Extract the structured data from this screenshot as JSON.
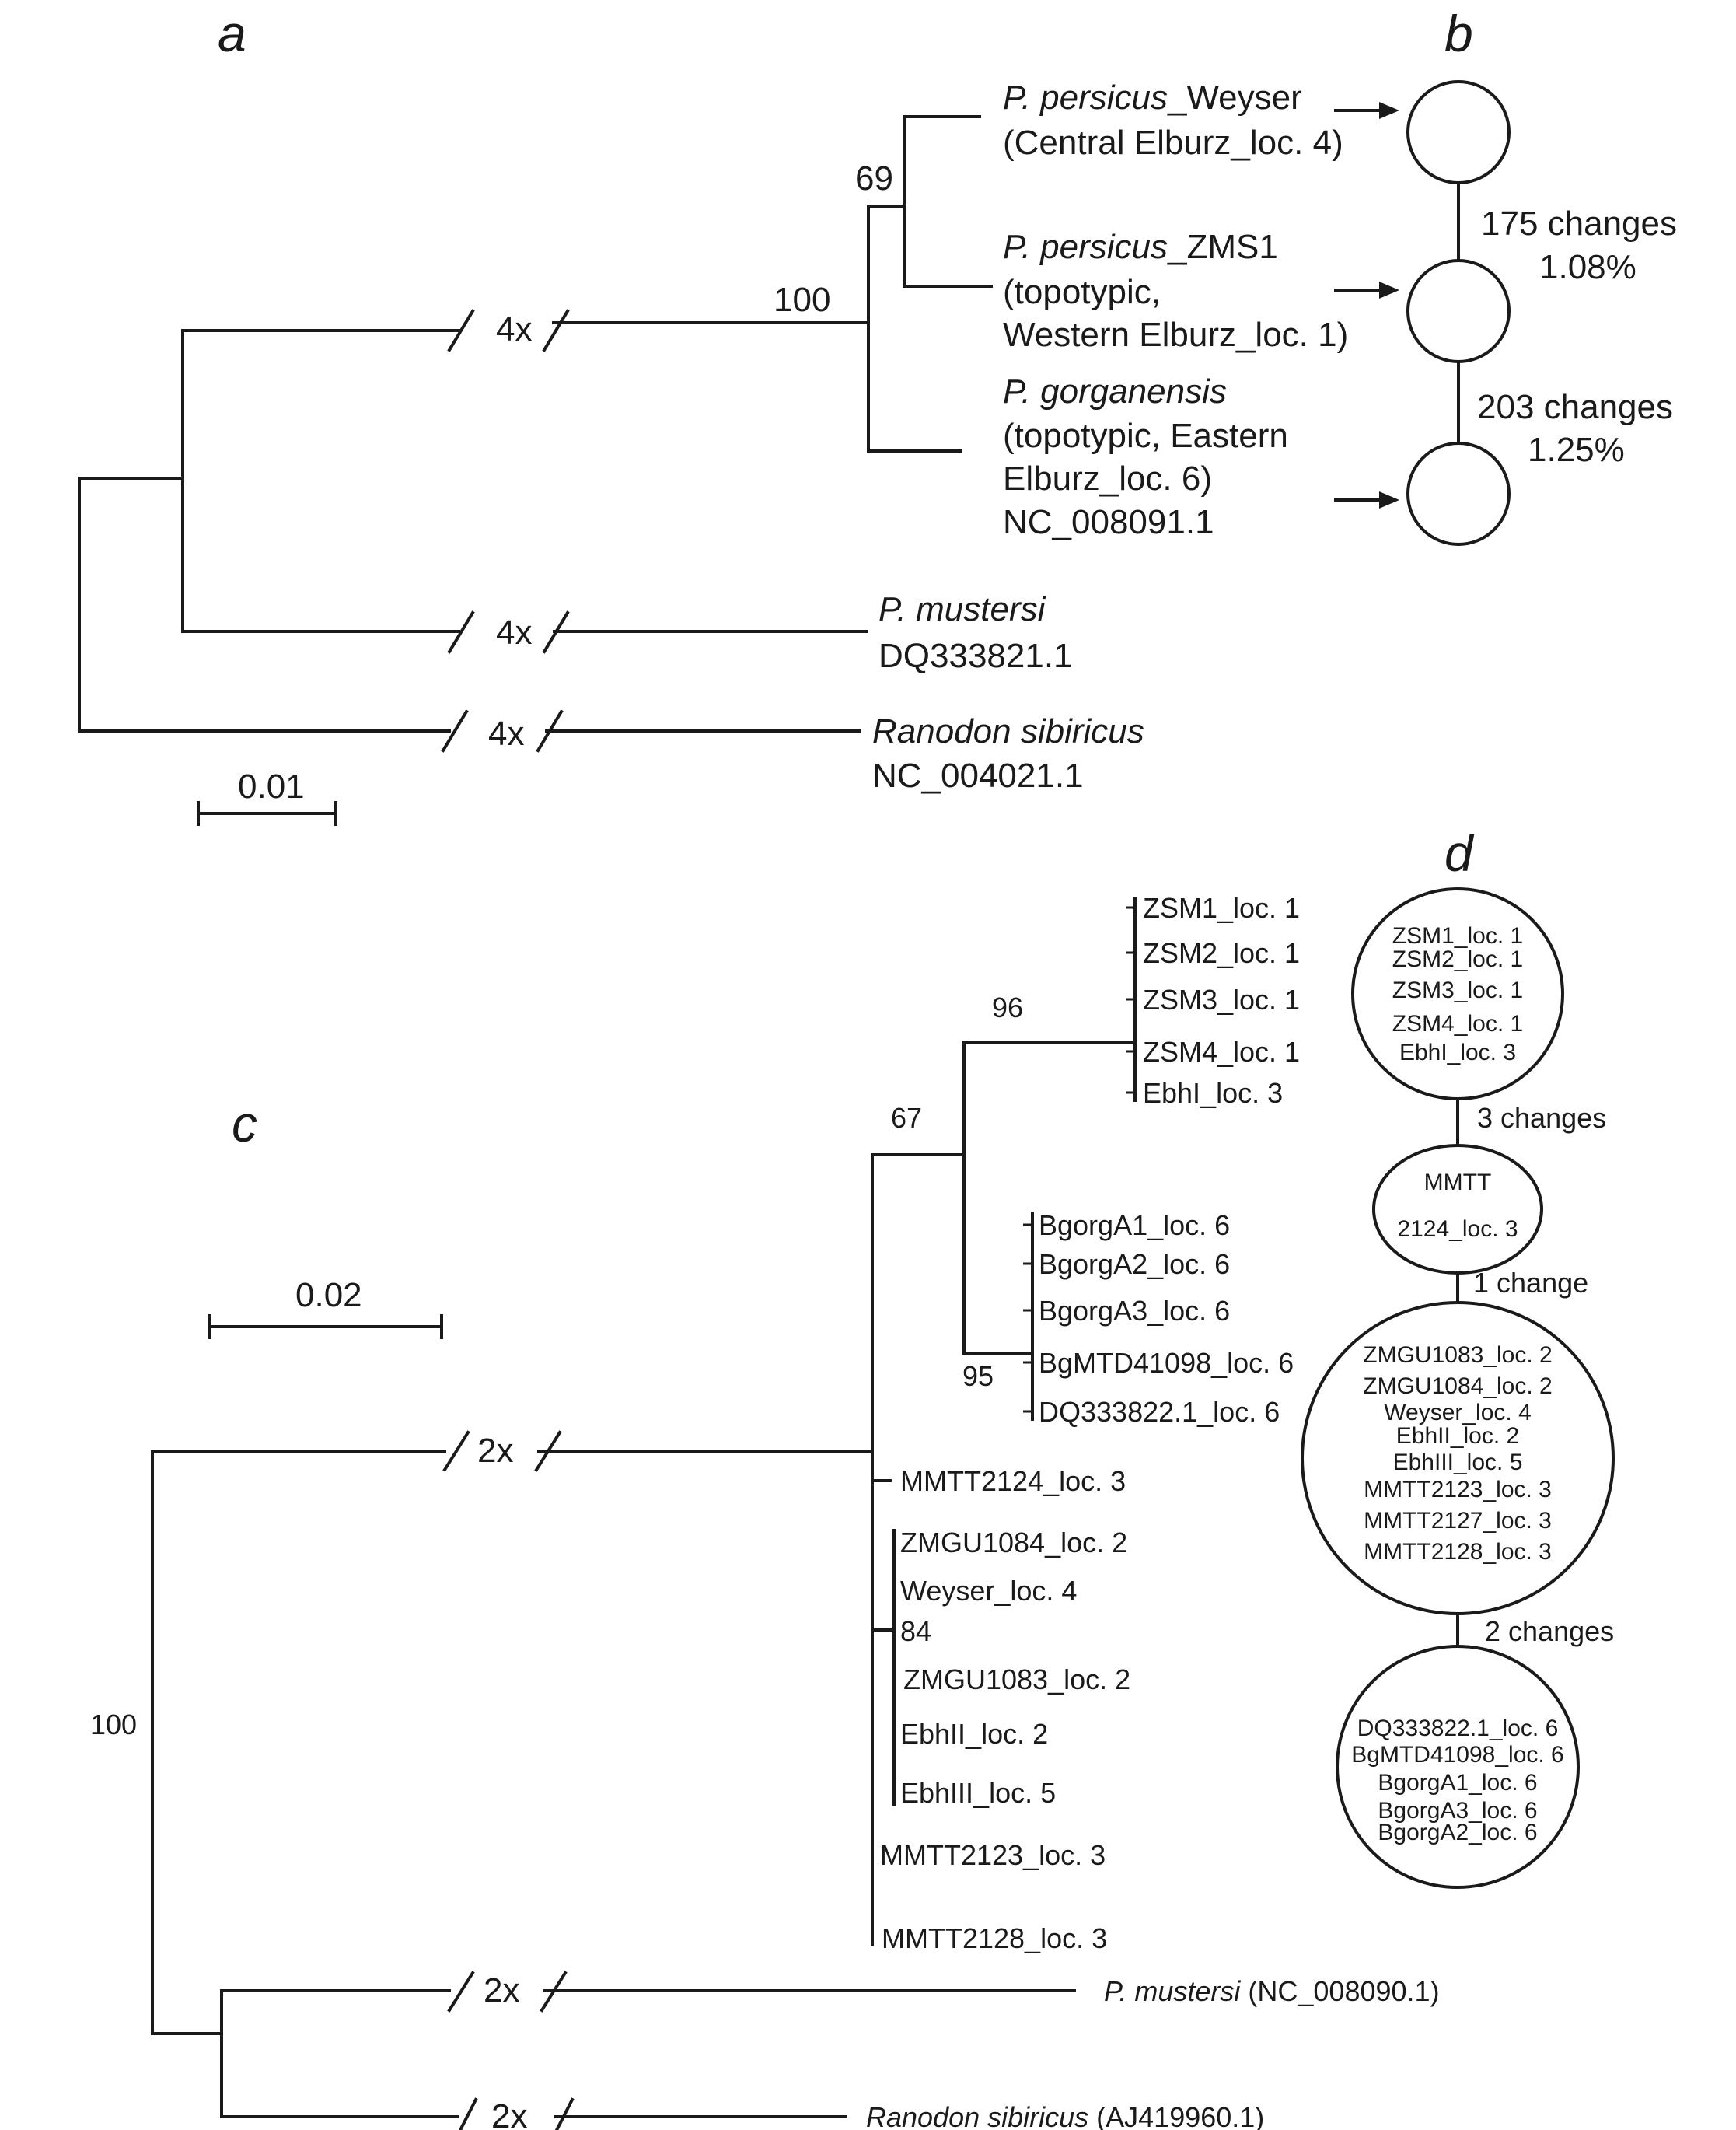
{
  "panels": {
    "a": "a",
    "b": "b",
    "c": "c",
    "d": "d"
  },
  "tree_a": {
    "break_label": "4x",
    "support": {
      "s69": "69",
      "s100": "100"
    },
    "taxa": {
      "weyser": {
        "species": "P. persicus",
        "suffix": "_Weyser",
        "line2": "(Central Elburz_loc. 4)"
      },
      "zms1": {
        "species": "P. persicus",
        "suffix": "_ZMS1",
        "line2": "(topotypic,",
        "line3": "Western Elburz_loc. 1)"
      },
      "gorg": {
        "species": "P. gorganensis",
        "line2": "(topotypic, Eastern",
        "line3": "Elburz_loc. 6)",
        "line4": "NC_008091.1"
      },
      "mustersi": {
        "species": "P. mustersi",
        "line2": "DQ333821.1"
      },
      "ranodon": {
        "species": "Ranodon sibiricus",
        "line2": "NC_004021.1"
      }
    },
    "scale": "0.01"
  },
  "network_b": {
    "c1": {
      "line1": "175 changes",
      "line2": "1.08%"
    },
    "c2": {
      "line1": "203 changes",
      "line2": "1.25%"
    }
  },
  "tree_c": {
    "break_label": "2x",
    "scale": "0.02",
    "support": {
      "s100": "100",
      "s67": "67",
      "s96": "96",
      "s95": "95",
      "s84": "84"
    },
    "zsm_group": [
      "ZSM1_loc. 1",
      "ZSM2_loc. 1",
      "ZSM3_loc. 1",
      "ZSM4_loc. 1",
      "EbhI_loc. 3"
    ],
    "bgorg_group": [
      "BgorgA1_loc. 6",
      "BgorgA2_loc. 6",
      "BgorgA3_loc. 6",
      "BgMTD41098_loc. 6",
      "DQ333822.1_loc. 6"
    ],
    "mmtt2124": "MMTT2124_loc. 3",
    "zmgu_group": [
      "ZMGU1084_loc. 2",
      "Weyser_loc. 4",
      "ZMGU1083_loc. 2",
      "EbhII_loc. 2",
      "EbhIII_loc. 5"
    ],
    "mmtt2123": "MMTT2123_loc. 3",
    "mmtt2128": "MMTT2128_loc. 3",
    "mustersi": {
      "species": "P. mustersi",
      "acc": " (NC_008090.1)"
    },
    "ranodon": {
      "species": "Ranodon sibiricus",
      "acc": " (AJ419960.1)"
    }
  },
  "network_d": {
    "hap1": [
      "ZSM1_loc. 1",
      "ZSM2_loc. 1",
      "ZSM3_loc. 1",
      "ZSM4_loc. 1",
      "EbhI_loc. 3"
    ],
    "link1": "3 changes",
    "hap2": [
      "MMTT",
      "2124_loc. 3"
    ],
    "link2": "1 change",
    "hap3": [
      "ZMGU1083_loc. 2",
      "ZMGU1084_loc. 2",
      "Weyser_loc. 4",
      "EbhII_loc. 2",
      "EbhIII_loc. 5",
      "MMTT2123_loc. 3",
      "MMTT2127_loc. 3",
      "MMTT2128_loc. 3"
    ],
    "link3": "2 changes",
    "hap4": [
      "DQ333822.1_loc. 6",
      "BgMTD41098_loc. 6",
      "BgorgA1_loc. 6",
      "BgorgA3_loc. 6",
      "BgorgA2_loc. 6"
    ]
  }
}
